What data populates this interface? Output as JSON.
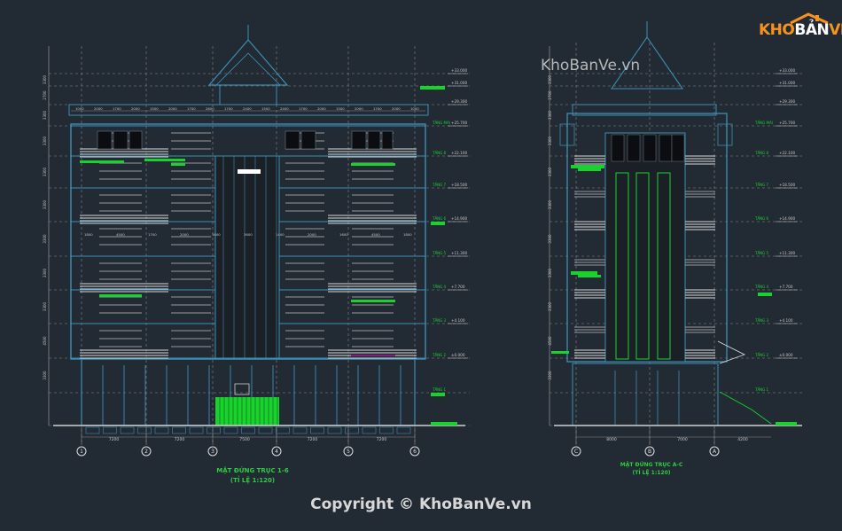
{
  "watermark": {
    "logo_brand_a": "KHO",
    "logo_brand_b": "BẢN",
    "logo_brand_c": "VẼ",
    "top": "KhoBanVe.vn",
    "bottom": "Copyright © KhoBanVe.vn"
  },
  "colors": {
    "background": "#222a33",
    "structure": "#3e8fb5",
    "grid": "#8a8a8a",
    "highlight": "#19d22e",
    "text": "#c8c8c8",
    "logo_orange": "#f6931e"
  },
  "drawing_left": {
    "title": "MẶT ĐỨNG TRỤC 1-6",
    "scale": "(TỈ LỆ 1:120)",
    "axis_labels": [
      "1",
      "2",
      "3",
      "4",
      "5",
      "6"
    ],
    "bottom_dims": [
      "7200",
      "7200",
      "7500",
      "7200",
      "7200"
    ],
    "left_dims": [
      "3300",
      "2700",
      "3300",
      "3300",
      "3300",
      "3300",
      "3300",
      "3300",
      "3300",
      "4500",
      "3300"
    ],
    "top_dims": [
      "1000",
      "2000",
      "1700",
      "2000",
      "1500",
      "2000",
      "1700",
      "2600",
      "1700",
      "2400",
      "1500",
      "2400",
      "1700",
      "2000",
      "1500",
      "2000",
      "1700",
      "2000",
      "1000"
    ],
    "mid_dims": [
      "1800",
      "4500",
      "1700",
      "2000",
      "1600",
      "2600",
      "1400",
      "2000",
      "1600",
      "4500",
      "1800"
    ],
    "levels": [
      "+33.000",
      "+31.000",
      "+29.300",
      "+25.700",
      "+22.100",
      "+18.500",
      "+14.900",
      "+11.300",
      "+7.700",
      "+4.100",
      "±0.000"
    ],
    "floor_labels": [
      "TẦNG MÁI",
      "TẦNG 8",
      "TẦNG 7",
      "TẦNG 6",
      "TẦNG 5",
      "TẦNG 4",
      "TẦNG 3",
      "TẦNG 2",
      "TẦNG 1"
    ]
  },
  "drawing_right": {
    "title": "MẶT ĐỨNG TRỤC A-C",
    "scale": "(TỈ LỆ 1:120)",
    "axis_labels": [
      "C",
      "B",
      "A"
    ],
    "bottom_dims": [
      "8000",
      "7000",
      "4200"
    ],
    "left_dims": [
      "3300",
      "2700",
      "3300",
      "3300",
      "3300",
      "3300",
      "3300",
      "3300",
      "3300",
      "4500",
      "3300"
    ],
    "levels": [
      "+33.000",
      "+31.000",
      "+29.300",
      "+25.700",
      "+22.100",
      "+18.500",
      "+14.900",
      "+11.300",
      "+7.700",
      "+4.100",
      "±0.000"
    ],
    "floor_labels": [
      "TẦNG MÁI",
      "TẦNG 8",
      "TẦNG 7",
      "TẦNG 6",
      "TẦNG 5",
      "TẦNG 4",
      "TẦNG 3",
      "TẦNG 2",
      "TẦNG 1"
    ]
  }
}
